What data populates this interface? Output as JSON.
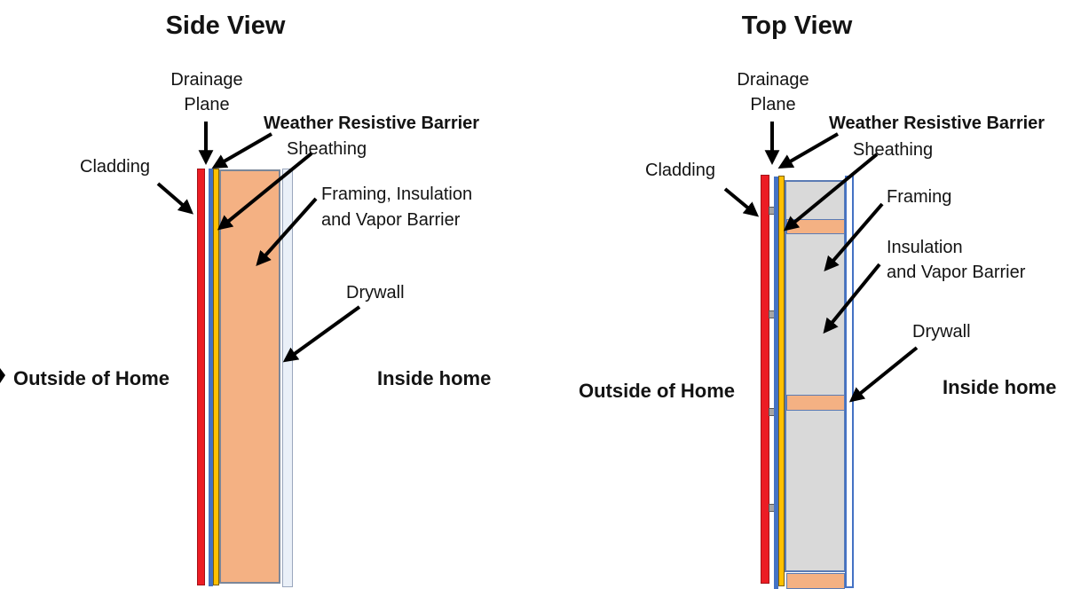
{
  "diagram": {
    "side_view": {
      "title": "Side View",
      "labels": {
        "cladding": "Cladding",
        "drainage_plane": [
          "Drainage",
          "Plane"
        ],
        "weather_resistive_barrier": "Weather Resistive Barrier",
        "sheathing": "Sheathing",
        "framing_insulation": [
          "Framing, Insulation",
          "and Vapor Barrier"
        ],
        "drywall": "Drywall",
        "outside": "Outside of Home",
        "inside": "Inside home"
      }
    },
    "top_view": {
      "title": "Top View",
      "labels": {
        "cladding": "Cladding",
        "drainage_plane": [
          "Drainage",
          "Plane"
        ],
        "weather_resistive_barrier": "Weather Resistive Barrier",
        "sheathing": "Sheathing",
        "framing": "Framing",
        "insulation": [
          "Insulation",
          "and Vapor Barrier"
        ],
        "drywall": "Drywall",
        "outside": "Outside of Home",
        "inside": "Inside home"
      }
    },
    "colors": {
      "cladding": "#EC1C24",
      "cladding_border": "#A31218",
      "wrb": "#4472C4",
      "wrb_border": "#2F5597",
      "sheathing": "#FFC000",
      "sheathing_border": "#7F6000",
      "insulation_side": "#F4B183",
      "insulation_side_border": "#7B8799",
      "insulation_top": "#D9D9D9",
      "insulation_top_border": "#5B7BB4",
      "framing": "#F4B183",
      "framing_border": "#5B7BB4",
      "drywall_side": "#EAF0F8",
      "drywall_side_border": "#9AA7BD",
      "drywall_top": "#FFFFFF",
      "drywall_top_border": "#4472C4",
      "fastener": "#A6A6A6",
      "fastener_border": "#595959",
      "arrow": "#000000",
      "text": "#131313",
      "background": "#FFFFFF"
    }
  }
}
